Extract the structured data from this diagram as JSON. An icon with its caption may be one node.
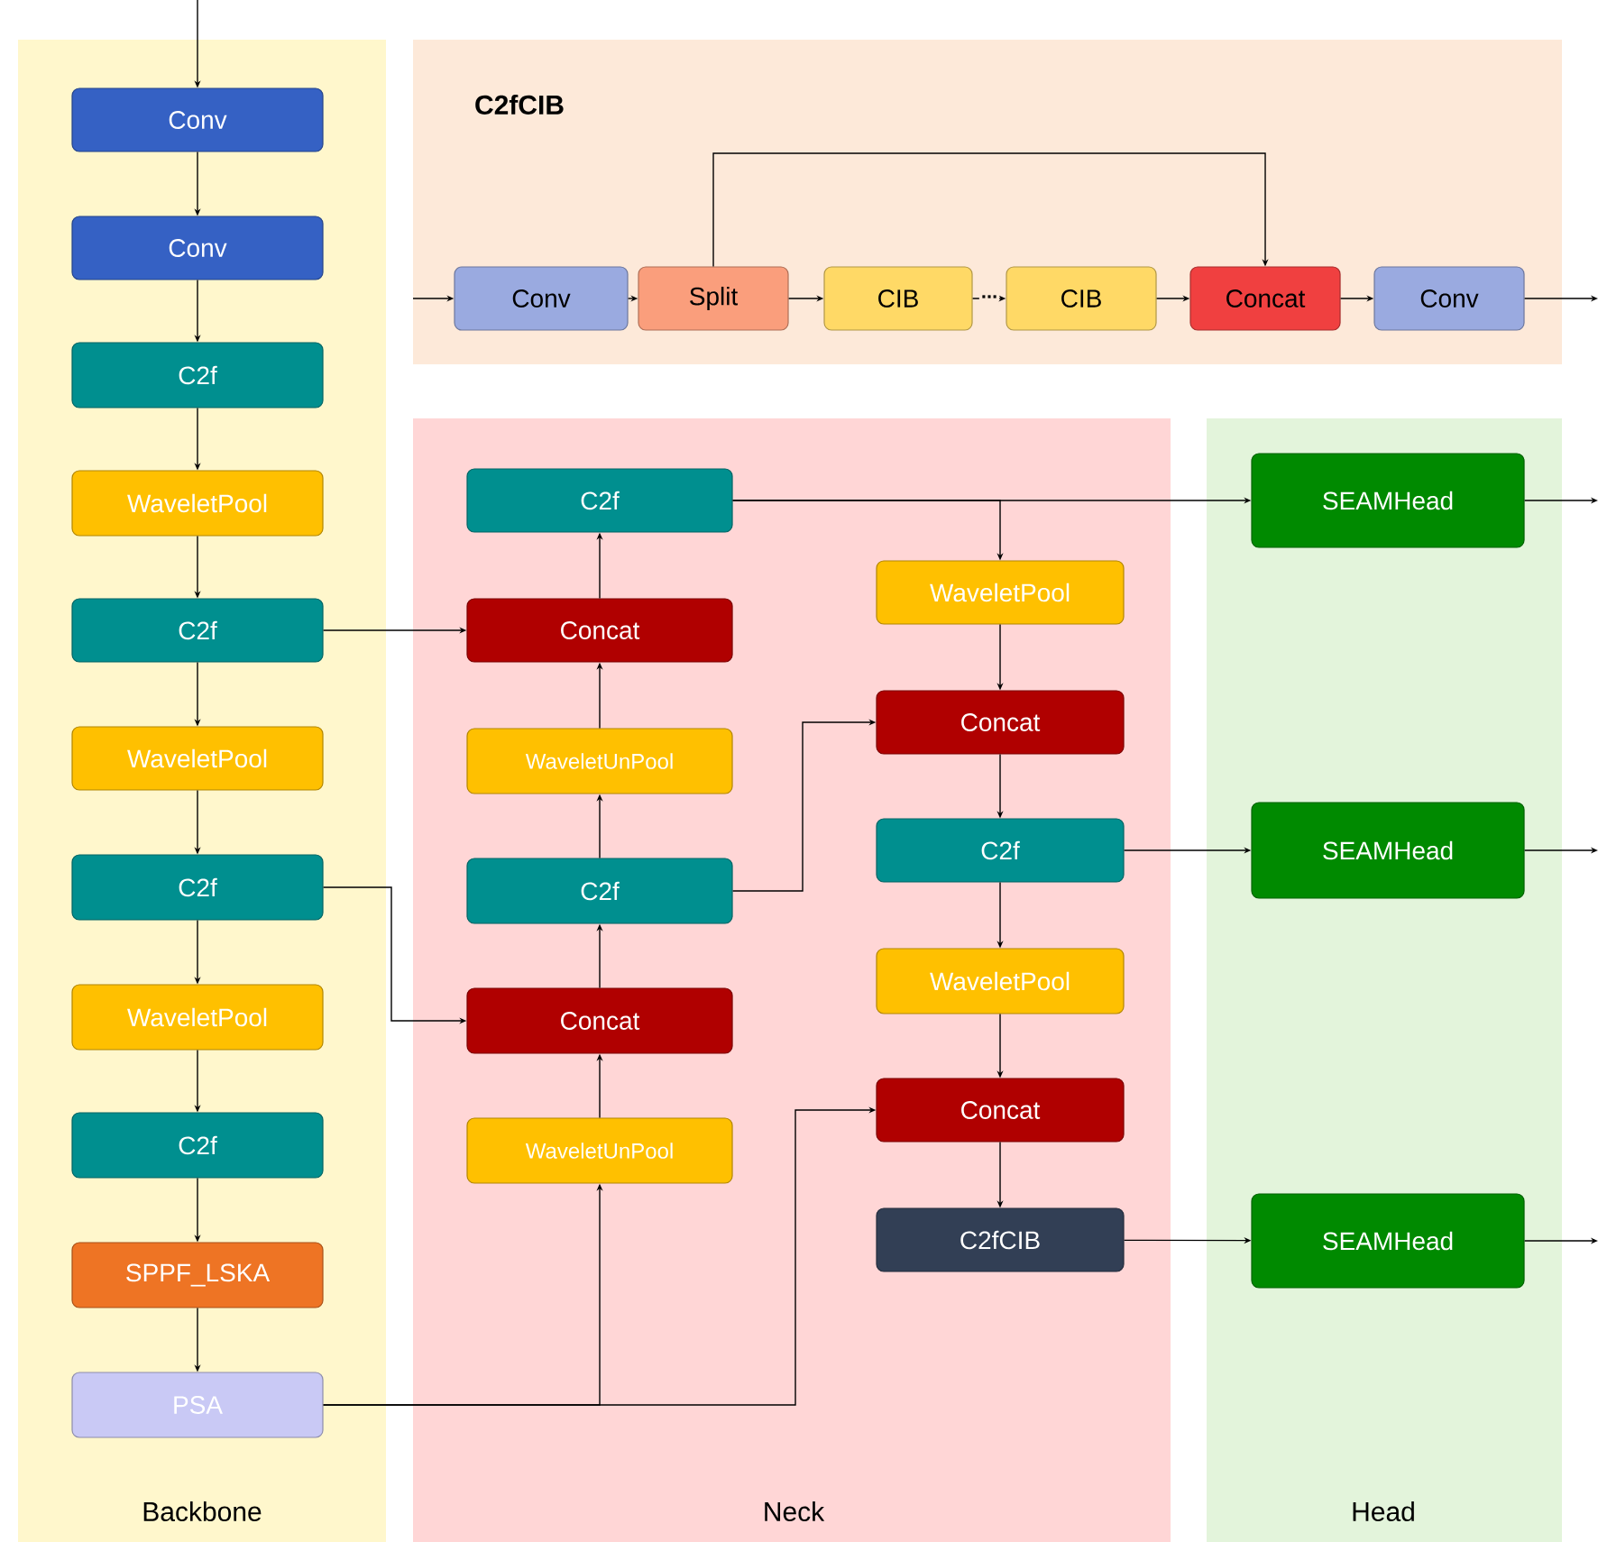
{
  "diagram": {
    "nodes": [
      {
        "text": [
          "Backbone"
        ]
      },
      {
        "text": [
          "Conv"
        ],
        "in": 0
      },
      {
        "text": [
          "Conv"
        ],
        "in": 0
      },
      {
        "text": [
          "C2f"
        ],
        "in": 0
      },
      {
        "text": [
          "WaveletPool"
        ],
        "in": 0
      },
      {
        "text": [
          "C2f"
        ],
        "in": 0
      },
      {
        "text": [
          "WaveletPool"
        ],
        "in": 0
      },
      {
        "text": [
          "C2f"
        ],
        "in": 0
      },
      {
        "text": [
          "WaveletPool"
        ],
        "in": 0
      },
      {
        "text": [
          "C2f"
        ],
        "in": 0
      },
      {
        "text": [
          "SPPF_LSKA"
        ],
        "in": 0
      },
      {
        "text": [
          "PSA"
        ],
        "in": 0
      },
      {
        "text": [
          "C2fCIB"
        ]
      },
      {
        "text": [
          "Conv"
        ],
        "in": 12
      },
      {
        "text": [
          "Split"
        ],
        "in": 12
      },
      {
        "text": [
          "CIB"
        ],
        "in": 12
      },
      {
        "text": [
          "CIB"
        ],
        "in": 12
      },
      {
        "text": [
          "Concat"
        ],
        "in": 12
      },
      {
        "text": [
          "Conv"
        ],
        "in": 12
      },
      {
        "text": [
          "Neck"
        ]
      },
      {
        "text": [
          "C2f"
        ],
        "in": 19
      },
      {
        "text": [
          "Concat"
        ],
        "in": 19
      },
      {
        "text": [
          "WaveletUnPool"
        ],
        "in": 19
      },
      {
        "text": [
          "C2f"
        ],
        "in": 19
      },
      {
        "text": [
          "Concat"
        ],
        "in": 19
      },
      {
        "text": [
          "WaveletUnPool"
        ],
        "in": 19
      },
      {
        "text": [
          "WaveletPool"
        ],
        "in": 19
      },
      {
        "text": [
          "Concat"
        ],
        "in": 19
      },
      {
        "text": [
          "C2f"
        ],
        "in": 19
      },
      {
        "text": [
          "WaveletPool"
        ],
        "in": 19
      },
      {
        "text": [
          "Concat"
        ],
        "in": 19
      },
      {
        "text": [
          "C2fCIB"
        ],
        "in": 19
      },
      {
        "text": [
          "Head"
        ]
      },
      {
        "text": [
          "SEAMHead"
        ],
        "in": 32
      },
      {
        "text": [
          "SEAMHead"
        ],
        "in": 32
      },
      {
        "text": [
          "SEAMHead"
        ],
        "in": 32
      }
    ],
    "edges": [
      {
        "from": null,
        "to": 1,
        "arrow": "to"
      },
      {
        "from": 1,
        "to": 2,
        "arrow": "to"
      },
      {
        "from": 2,
        "to": 3,
        "arrow": "to"
      },
      {
        "from": 3,
        "to": 4,
        "arrow": "to"
      },
      {
        "from": 4,
        "to": 5,
        "arrow": "to"
      },
      {
        "from": 5,
        "to": 6,
        "arrow": "to"
      },
      {
        "from": 6,
        "to": 7,
        "arrow": "to"
      },
      {
        "from": 7,
        "to": 8,
        "arrow": "to"
      },
      {
        "from": 8,
        "to": 9,
        "arrow": "to"
      },
      {
        "from": 9,
        "to": 10,
        "arrow": "to"
      },
      {
        "from": 10,
        "to": 11,
        "arrow": "to"
      },
      {
        "from": null,
        "to": 13,
        "arrow": "to"
      },
      {
        "from": 13,
        "to": 14,
        "arrow": "to"
      },
      {
        "from": 14,
        "to": 15,
        "arrow": "to"
      },
      {
        "from": 15,
        "to": 16,
        "arrow": "to",
        "label": "..."
      },
      {
        "from": 16,
        "to": 17,
        "arrow": "to"
      },
      {
        "from": 14,
        "to": 17,
        "arrow": "to"
      },
      {
        "from": 17,
        "to": 18,
        "arrow": "to"
      },
      {
        "from": 18,
        "to": null,
        "arrow": "to"
      },
      {
        "from": 5,
        "to": 21,
        "arrow": "to"
      },
      {
        "from": 7,
        "to": 24,
        "arrow": "to"
      },
      {
        "from": 11,
        "to": 25,
        "arrow": "to"
      },
      {
        "from": 11,
        "to": 30,
        "arrow": "to"
      },
      {
        "from": 25,
        "to": 24,
        "arrow": "to"
      },
      {
        "from": 24,
        "to": 23,
        "arrow": "to"
      },
      {
        "from": 23,
        "to": 22,
        "arrow": "to"
      },
      {
        "from": 22,
        "to": 21,
        "arrow": "to"
      },
      {
        "from": 21,
        "to": 20,
        "arrow": "to"
      },
      {
        "from": 23,
        "to": 27,
        "arrow": "to"
      },
      {
        "from": 20,
        "to": 33,
        "arrow": "to"
      },
      {
        "from": 20,
        "to": 26,
        "arrow": "to"
      },
      {
        "from": 26,
        "to": 27,
        "arrow": "to"
      },
      {
        "from": 27,
        "to": 28,
        "arrow": "to"
      },
      {
        "from": 28,
        "to": 29,
        "arrow": "to"
      },
      {
        "from": 29,
        "to": 30,
        "arrow": "to"
      },
      {
        "from": 30,
        "to": 31,
        "arrow": "to"
      },
      {
        "from": 28,
        "to": 34,
        "arrow": "to"
      },
      {
        "from": 31,
        "to": 35,
        "arrow": "to"
      },
      {
        "from": 33,
        "to": null,
        "arrow": "to"
      },
      {
        "from": 34,
        "to": null,
        "arrow": "to"
      },
      {
        "from": 35,
        "to": null,
        "arrow": "to"
      }
    ]
  }
}
